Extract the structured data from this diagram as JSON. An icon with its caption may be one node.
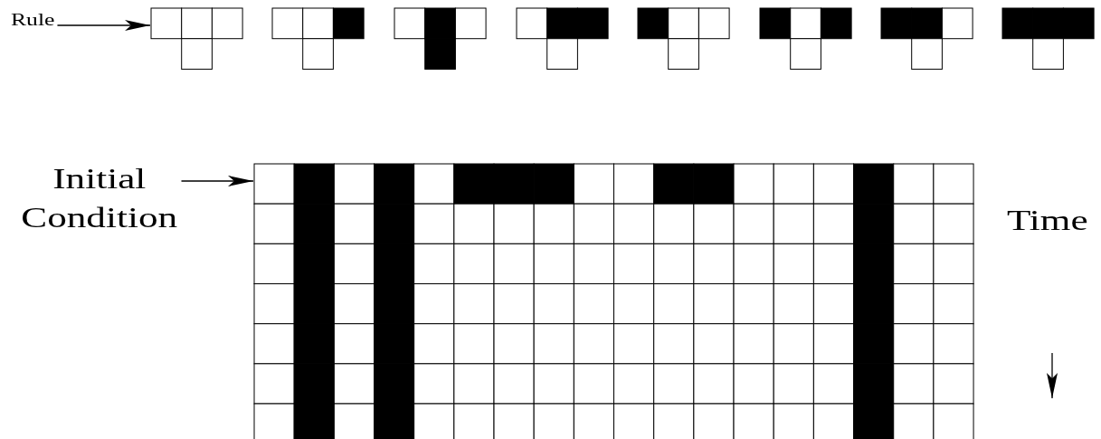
{
  "diagram": {
    "nodes": [
      {
        "text": [
          "Rule"
        ]
      },
      {
        "text": [],
        "shape": "box"
      },
      {
        "text": [],
        "shape": "box"
      },
      {
        "text": [],
        "shape": "box"
      },
      {
        "text": [],
        "shape": "box"
      },
      {
        "text": [],
        "shape": "box"
      },
      {
        "text": [],
        "shape": "box"
      },
      {
        "text": [],
        "shape": "box"
      },
      {
        "text": [],
        "shape": "box"
      },
      {
        "text": [
          "Initial Condition"
        ]
      },
      {
        "text": [],
        "shape": "grid"
      }
    ],
    "edges": [
      {
        "from": 0,
        "to": 1,
        "arrow": "to"
      },
      {
        "from": 9,
        "to": 10,
        "arrow": "to"
      }
    ],
    "labels": [
      "Time"
    ]
  }
}
